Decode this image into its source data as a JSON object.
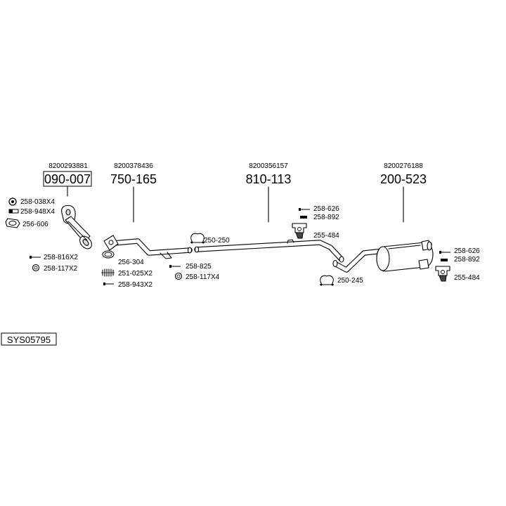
{
  "assemblies": [
    {
      "oem": "8200293881",
      "part_no": "090-007",
      "boxed": true
    },
    {
      "oem": "8200378436",
      "part_no": "750-165",
      "boxed": false
    },
    {
      "oem": "8200356157",
      "part_no": "810-113",
      "boxed": false
    },
    {
      "oem": "8200276188",
      "part_no": "200-523",
      "boxed": false
    }
  ],
  "components": {
    "c1": "258-038X4",
    "c2": "258-948X4",
    "c3": "256-606",
    "c4": "258-816X2",
    "c5": "258-117X2",
    "c6": "256-304",
    "c7": "251-025X2",
    "c8": "258-943X2",
    "c9": "250-250",
    "c10": "258-825",
    "c11": "258-117X4",
    "c12": "258-626",
    "c13": "258-892",
    "c14": "255-484",
    "c15": "250-245",
    "c16": "258-626",
    "c17": "258-892",
    "c18": "255-484"
  },
  "system_code": "SYS05795"
}
